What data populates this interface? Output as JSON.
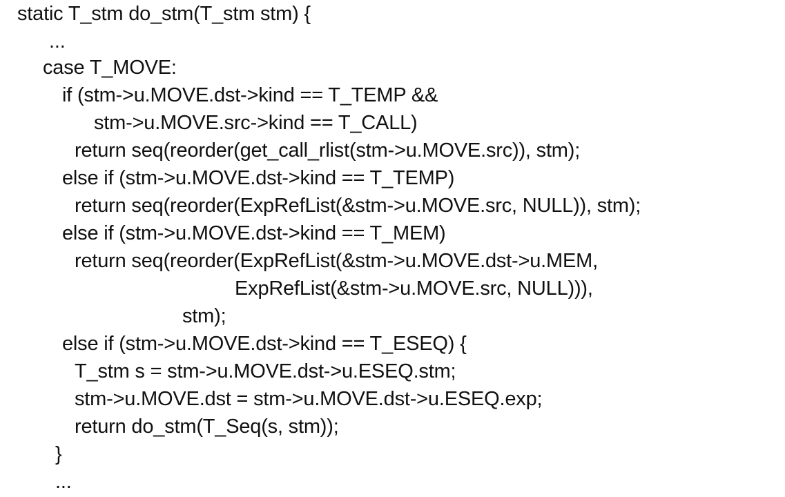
{
  "code": {
    "lines": [
      "static T_stm do_stm(T_stm stm) {",
      "...",
      "case T_MOVE:",
      "if (stm->u.MOVE.dst->kind == T_TEMP &&",
      "stm->u.MOVE.src->kind == T_CALL)",
      "return seq(reorder(get_call_rlist(stm->u.MOVE.src)), stm);",
      "else if (stm->u.MOVE.dst->kind == T_TEMP)",
      "return seq(reorder(ExpRefList(&stm->u.MOVE.src, NULL)), stm);",
      "else if (stm->u.MOVE.dst->kind == T_MEM)",
      "return seq(reorder(ExpRefList(&stm->u.MOVE.dst->u.MEM,",
      "ExpRefList(&stm->u.MOVE.src, NULL))),",
      "stm);",
      "else if (stm->u.MOVE.dst->kind == T_ESEQ) {",
      "T_stm s = stm->u.MOVE.dst->u.ESEQ.stm;",
      "stm->u.MOVE.dst = stm->u.MOVE.dst->u.ESEQ.exp;",
      "return do_stm(T_Seq(s, stm));",
      "}",
      "..."
    ]
  }
}
